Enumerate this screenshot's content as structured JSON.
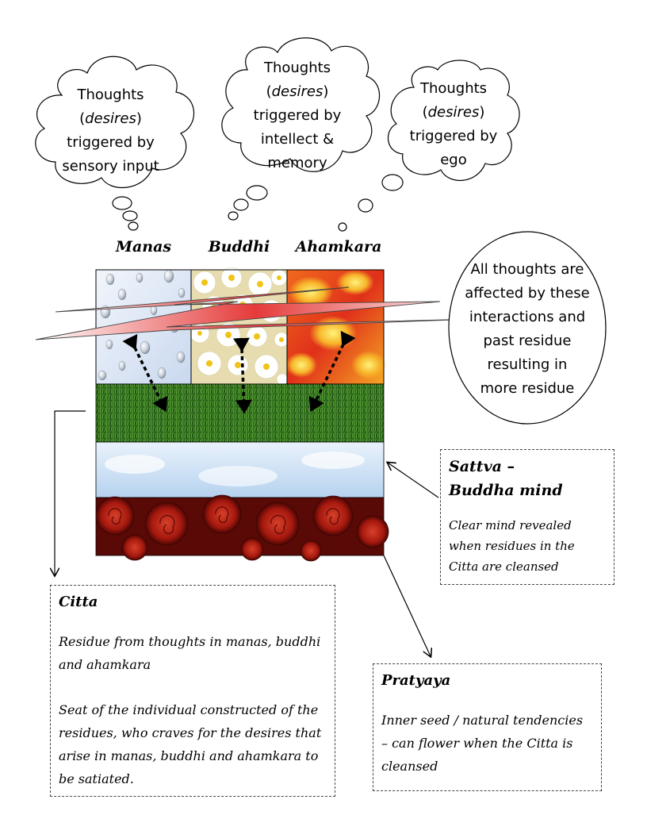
{
  "clouds": [
    {
      "pre": "Thoughts",
      "open": "(",
      "em": "desires",
      "close": ")",
      "post1": "triggered by",
      "post2": "sensory input"
    },
    {
      "pre": "Thoughts",
      "open": "(",
      "em": "desires",
      "close": ")",
      "post1": "triggered by",
      "post2": "intellect &",
      "post3": "memory"
    },
    {
      "pre": "Thoughts",
      "open": "(",
      "em": "desires",
      "close": ")",
      "post1": "triggered by",
      "post2": "ego"
    }
  ],
  "columns": [
    "Manas",
    "Buddhi",
    "Ahamkara"
  ],
  "oval": [
    "All thoughts are",
    "affected by these",
    "interactions and",
    "past residue",
    "resulting in",
    "more residue"
  ],
  "sattva": {
    "title": "Sattva – Buddha mind",
    "body": "Clear mind revealed when residues in the Citta are cleansed"
  },
  "citta": {
    "title": "Citta",
    "body1": "Residue from thoughts in manas, buddhi and ahamkara",
    "body2": "Seat of the individual constructed of the residues, who craves for the desires that arise in manas, buddhi and ahamkara to be satiated."
  },
  "pratyaya": {
    "title": "Pratyaya",
    "body": "Inner seed / natural tendencies – can flower when the Citta is cleansed"
  },
  "colors": {
    "water": "#dfe9f7",
    "daisy": "#f4f0d0",
    "fire": "#e8421a",
    "grass": "#2f6f1e",
    "sky": "#cfe3f6",
    "rose": "#9e1a10",
    "bolt": "#d93030"
  }
}
